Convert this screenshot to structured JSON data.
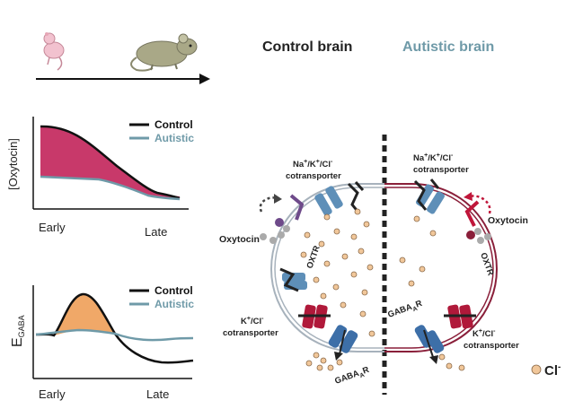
{
  "header": {
    "control_title": "Control brain",
    "autistic_title": "Autistic brain"
  },
  "oxytocin_plot": {
    "ylabel": "[Oxytocin]",
    "legend": [
      "Control",
      "Autistic"
    ],
    "xticks": [
      "Early",
      "Late"
    ]
  },
  "egaba_plot": {
    "ylabel_main": "E",
    "ylabel_sub": "GABA",
    "legend": [
      "Control",
      "Autistic"
    ],
    "xticks": [
      "Early",
      "Late"
    ]
  },
  "diagram": {
    "nkcc_left": {
      "sup": "+",
      "sup2": "+",
      "sup3": "-",
      "l1": "Na",
      "l2": "/K",
      "l3": "/Cl",
      "line2": "cotransporter"
    },
    "nkcc_right": {
      "l1": "Na",
      "l2": "/K",
      "l3": "/Cl",
      "sup": "+",
      "sup2": "+",
      "sup3": "-",
      "line2": "cotransporter"
    },
    "oxytocin_left": "Oxytocin",
    "oxytocin_right": "Oxytocin",
    "oxtr_left": "OXTR",
    "oxtr_right": "OXTR",
    "kcc_left": {
      "l1": "K",
      "sup": "+",
      "l2": "/Cl",
      "sup2": "-",
      "line2": "cotransporter"
    },
    "kcc_right": {
      "l1": "K",
      "sup": "+",
      "l2": "/Cl",
      "sup2": "-",
      "line2": "cotransporter"
    },
    "gabaar_left": {
      "main": "GABA",
      "sub": "A",
      "tail": "R"
    },
    "gabaar_right": {
      "main": "GABA",
      "sub": "A",
      "tail": "R"
    },
    "ion_legend": {
      "main": "Cl",
      "sup": "-"
    }
  },
  "colors": {
    "control_line": "#111111",
    "autistic_line": "#6f9aa8",
    "oxytocin_fill": "#c8396a",
    "egaba_fill": "#f0a868",
    "left_cell": "#a7b2bc",
    "right_cell": "#8a1f3a",
    "receptor_blue": "#3d6fa8",
    "receptor_red": "#b0193a",
    "ion": "#f1c79a",
    "oxytocin_dot": "#aaaaaa",
    "oxtr_purple": "#6e4a8a",
    "oxtr_red": "#c0163a"
  }
}
